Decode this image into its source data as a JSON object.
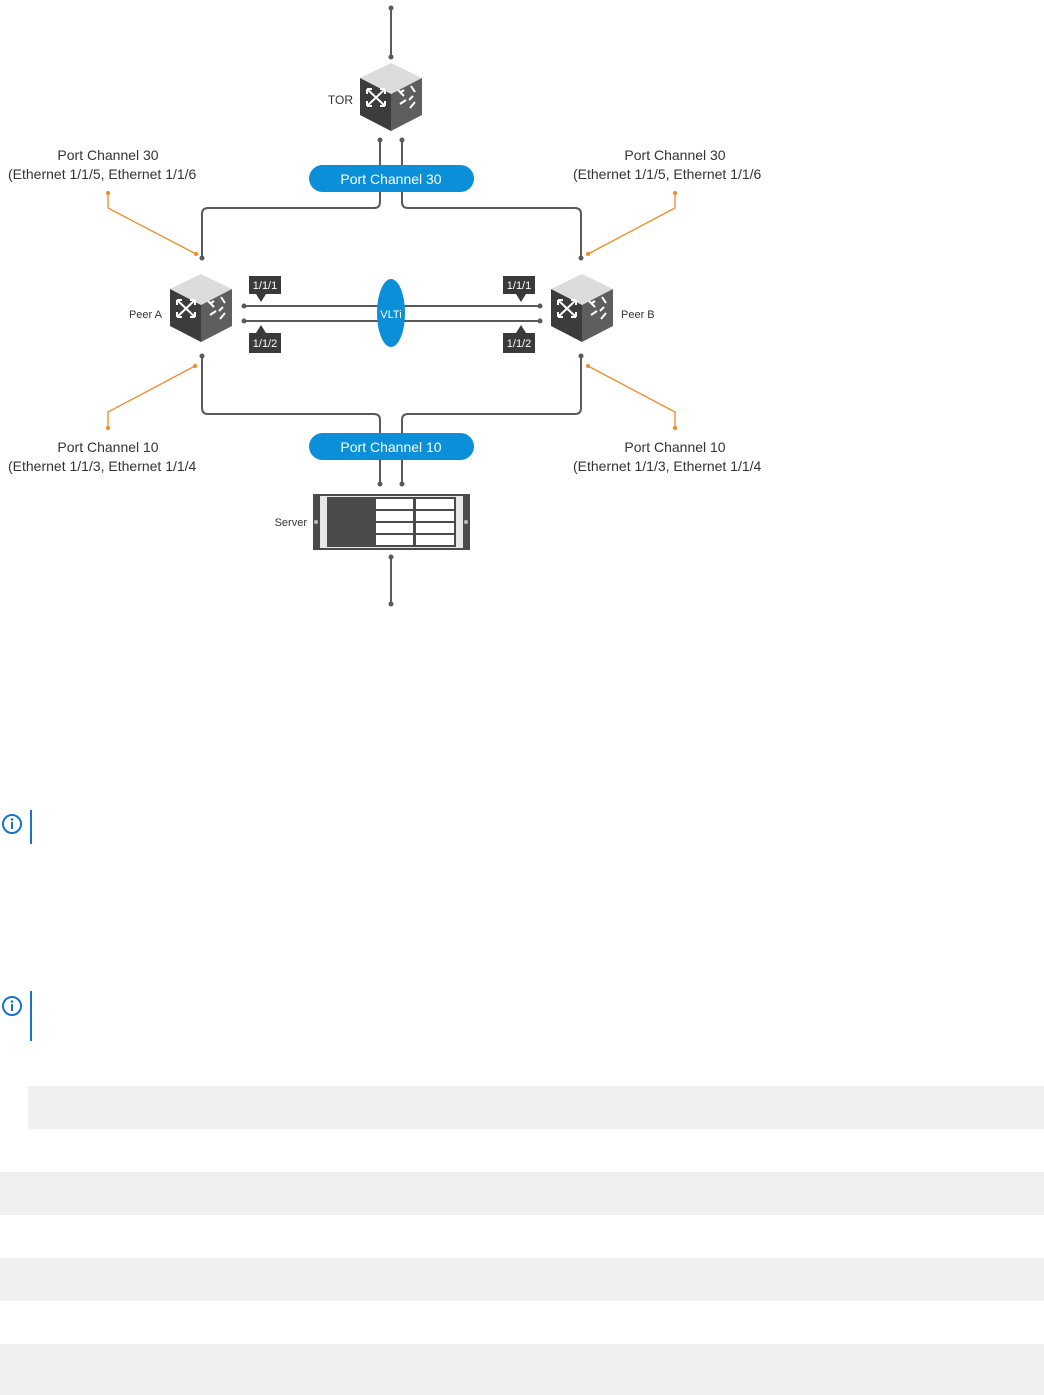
{
  "diagram": {
    "tor_label": "TOR",
    "peer_a_label": "Peer A",
    "peer_b_label": "Peer B",
    "server_label": "Server",
    "vlti_label": "VLTi",
    "pc30_pill": "Port Channel 30",
    "pc10_pill": "Port Channel 10",
    "left_pc30_title": "Port Channel 30",
    "left_pc30_ports": "(Ethernet 1/1/5, Ethernet 1/1/6",
    "right_pc30_title": "Port Channel 30",
    "right_pc30_ports": "(Ethernet 1/1/5, Ethernet 1/1/6",
    "left_pc10_title": "Port Channel 10",
    "left_pc10_ports": "(Ethernet 1/1/3, Ethernet 1/1/4",
    "right_pc10_title": "Port Channel 10",
    "right_pc10_ports": "(Ethernet 1/1/3, Ethernet 1/1/4",
    "peer_a_port_top": "1/1/1",
    "peer_a_port_bottom": "1/1/2",
    "peer_b_port_top": "1/1/1",
    "peer_b_port_bottom": "1/1/2"
  },
  "colors": {
    "accent_blue": "#0a8fd8",
    "callout_orange": "#f08a24",
    "line_gray": "#5a5a5a",
    "code_background": "#f0f0f0",
    "note_icon_blue": "#1673c9"
  },
  "notes": [
    {
      "icon": "info-icon"
    },
    {
      "icon": "info-icon"
    }
  ]
}
